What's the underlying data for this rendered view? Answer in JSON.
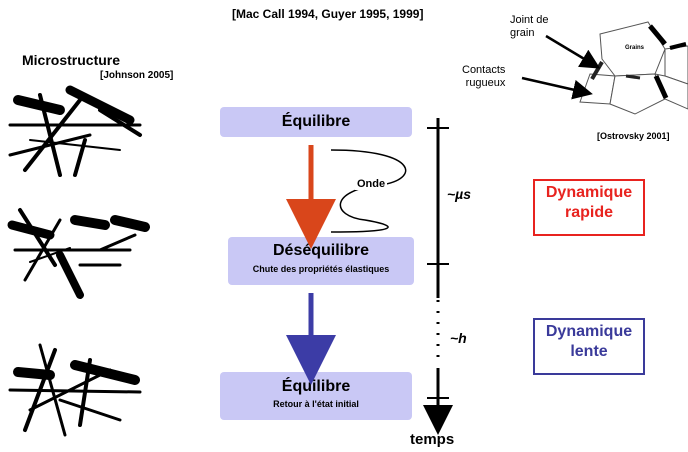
{
  "refs": {
    "top": "[Mac Call 1994, Guyer 1995, 1999]",
    "johnson": "[Johnson 2005]",
    "ostrovsky": "[Ostrovsky 2001]"
  },
  "microstructure_title": "Microstructure",
  "grain_figure": {
    "joint_label_1": "Joint de",
    "joint_label_2": "grain",
    "contacts_label_1": "Contacts",
    "contacts_label_2": "rugueux",
    "grains_label": "Grains"
  },
  "states": [
    {
      "title": "Équilibre",
      "subtitle": ""
    },
    {
      "title": "Déséquilibre",
      "subtitle": "Chute des propriétés élastiques"
    },
    {
      "title": "Équilibre",
      "subtitle": "Retour à l'état initial"
    }
  ],
  "wave_label": "Onde",
  "timeline": {
    "fast_label": "~µs",
    "slow_label": "~h",
    "axis_label": "temps"
  },
  "dynamics": {
    "fast": {
      "line1": "Dynamique",
      "line2": "rapide",
      "color": "#e8231f"
    },
    "slow": {
      "line1": "Dynamique",
      "line2": "lente",
      "color": "#3a3a9a"
    }
  },
  "colors": {
    "box_fill": "#c9c8f5",
    "arrow_fast": "#d9461b",
    "arrow_slow": "#3c3ca6"
  }
}
